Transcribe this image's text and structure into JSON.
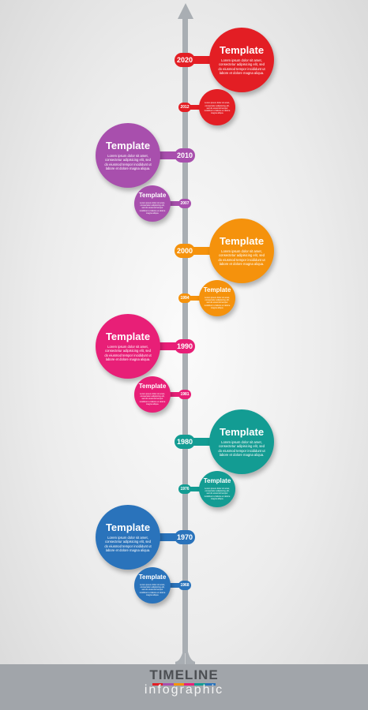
{
  "entries": [
    {
      "year": "2020",
      "title": "Template",
      "body": "Lorem ipsum dolor sit amet, consectetur adipisicing elit, sed do eiusmod tempor incididunt ut labore et dolore magna aliqua.",
      "color": "#e31e24",
      "side": "right",
      "size": "big"
    },
    {
      "year": "2012",
      "title": "",
      "body": "Lorem ipsum dolor sit amet, consectetur adipisicing elit, sed do eiusmod tempor incididunt ut labore et dolore magna aliqua.",
      "color": "#e31e24",
      "side": "right",
      "size": "small"
    },
    {
      "year": "2010",
      "title": "Template",
      "body": "Lorem ipsum dolor sit amet, consectetur adipisicing elit, sed do eiusmod tempor incididunt ut labore et dolore magna aliqua.",
      "color": "#a84fad",
      "side": "left",
      "size": "big"
    },
    {
      "year": "2007",
      "title": "Template",
      "body": "Lorem ipsum dolor sit amet, consectetur adipisicing elit, sed do eiusmod tempor incididunt ut labore et dolore magna aliqua.",
      "color": "#a84fad",
      "side": "left",
      "size": "small"
    },
    {
      "year": "2000",
      "title": "Template",
      "body": "Lorem ipsum dolor sit amet, consectetur adipisicing elit, sed do eiusmod tempor incididunt ut labore et dolore magna aliqua.",
      "color": "#f5920c",
      "side": "right",
      "size": "big"
    },
    {
      "year": "1994",
      "title": "Template",
      "body": "Lorem ipsum dolor sit amet, consectetur adipisicing elit, sed do eiusmod tempor incididunt ut labore et dolore magna aliqua.",
      "color": "#f5920c",
      "side": "right",
      "size": "small"
    },
    {
      "year": "1990",
      "title": "Template",
      "body": "Lorem ipsum dolor sit amet, consectetur adipisicing elit, sed do eiusmod tempor incididunt ut labore et dolore magna aliqua.",
      "color": "#e81f77",
      "side": "left",
      "size": "big"
    },
    {
      "year": "1981",
      "title": "Template",
      "body": "Lorem ipsum dolor sit amet, consectetur adipisicing elit, sed do eiusmod tempor incididunt ut labore et dolore magna aliqua.",
      "color": "#e81f77",
      "side": "left",
      "size": "small"
    },
    {
      "year": "1980",
      "title": "Template",
      "body": "Lorem ipsum dolor sit amet, consectetur adipisicing elit, sed do eiusmod tempor incididunt ut labore et dolore magna aliqua.",
      "color": "#139c93",
      "side": "right",
      "size": "big"
    },
    {
      "year": "1976",
      "title": "Template",
      "body": "Lorem ipsum dolor sit amet, consectetur adipisicing elit, sed do eiusmod tempor incididunt ut labore et dolore magna aliqua.",
      "color": "#139c93",
      "side": "right",
      "size": "small"
    },
    {
      "year": "1970",
      "title": "Template",
      "body": "Lorem ipsum dolor sit amet, consectetur adipisicing elit, sed do eiusmod tempor incididunt ut labore et dolore magna aliqua.",
      "color": "#2a73bb",
      "side": "left",
      "size": "big"
    },
    {
      "year": "1968",
      "title": "Template",
      "body": "Lorem ipsum dolor sit amet, consectetur adipisicing elit, sed do eiusmod tempor incididunt ut labore et dolore magna aliqua.",
      "color": "#2a73bb",
      "side": "left",
      "size": "small"
    }
  ],
  "footer": {
    "title": "TIMELINE",
    "subtitle": "infographic"
  },
  "palette": [
    "#e31e24",
    "#a84fad",
    "#f5920c",
    "#e81f77",
    "#139c93",
    "#2a73bb"
  ],
  "spine_color": "#a9aeb3"
}
